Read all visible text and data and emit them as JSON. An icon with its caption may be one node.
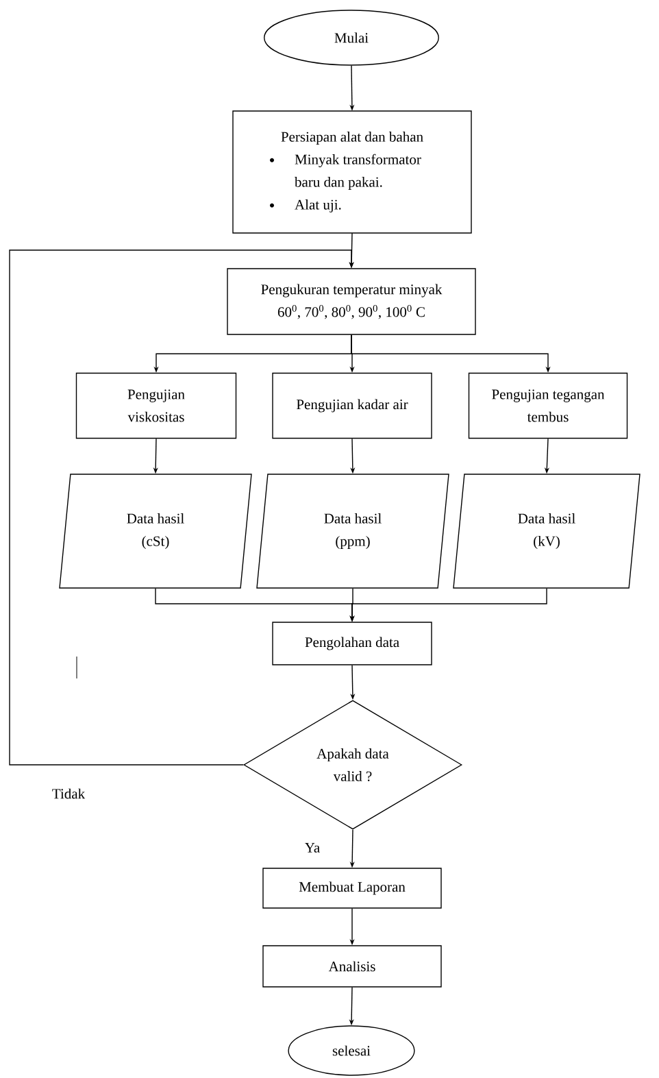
{
  "diagram": {
    "nodes": [
      {
        "text": [
          "Mulai"
        ]
      },
      {
        "text": [
          "Persiapan alat dan bahan",
          "Minyak transformator baru dan pakai.",
          "Alat uji."
        ]
      },
      {
        "text": [
          "Pengukuran temperatur minyak 60$^{0}$, 70$^{0}$, 80$^{0}$, 90$^{0}$, 100$^{0}$ C"
        ]
      },
      {
        "text": [
          "Pengujian viskositas"
        ]
      },
      {
        "text": [
          "Pengujian kadar air"
        ]
      },
      {
        "text": [
          "Pengujian tegangan tembus"
        ]
      },
      {
        "text": [
          "Data hasil (cSt)"
        ]
      },
      {
        "text": [
          "Data hasil (ppm)"
        ]
      },
      {
        "text": [
          "Data hasil (kV)"
        ]
      },
      {
        "text": [
          "Pengolahan data"
        ]
      },
      {
        "text": [
          "Apakah data valid ?"
        ]
      },
      {
        "text": [
          "Membuat Laporan"
        ]
      },
      {
        "text": [
          "Analisis"
        ]
      },
      {
        "text": [
          "selesai"
        ]
      }
    ],
    "edges": [
      {
        "from": 0,
        "to": 1,
        "arrow": "to"
      },
      {
        "from": 1,
        "to": 2,
        "arrow": "to"
      },
      {
        "from": 2,
        "to": 3,
        "arrow": "to"
      },
      {
        "from": 2,
        "to": 4,
        "arrow": "to"
      },
      {
        "from": 2,
        "to": 5,
        "arrow": "to"
      },
      {
        "from": 3,
        "to": 6,
        "arrow": "to"
      },
      {
        "from": 4,
        "to": 7,
        "arrow": "to"
      },
      {
        "from": 5,
        "to": 8,
        "arrow": "to"
      },
      {
        "from": 6,
        "to": 9,
        "arrow": "to"
      },
      {
        "from": 7,
        "to": 9,
        "arrow": "to"
      },
      {
        "from": 8,
        "to": 9,
        "arrow": "to"
      },
      {
        "from": 9,
        "to": 10,
        "arrow": "to"
      },
      {
        "from": 10,
        "to": 2,
        "arrow": "to",
        "label": "Tidak"
      },
      {
        "from": 10,
        "to": 11,
        "arrow": "to",
        "label": "Ya"
      },
      {
        "from": 11,
        "to": 12,
        "arrow": "to"
      },
      {
        "from": 12,
        "to": 13,
        "arrow": "to"
      }
    ]
  }
}
